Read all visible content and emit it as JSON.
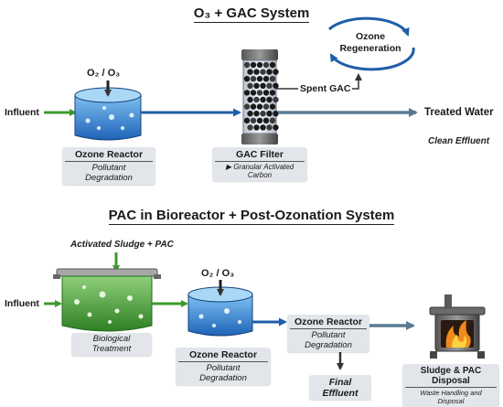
{
  "top_system": {
    "title": "O₃ + GAC System",
    "influent_label": "Influent",
    "gas_label": "O₂ / O₃",
    "ozone_reactor": {
      "name": "Ozone Reactor",
      "subtitle": "Pollutant Degradation"
    },
    "gac_filter": {
      "name": "GAC Filter",
      "subtitle": "Granular Activated Carbon"
    },
    "spent_gac_label": "Spent GAC",
    "regeneration_label": "Ozone Regeneration",
    "treated_water_label": "Treated Water",
    "clean_effluent_label": "Clean Effluent"
  },
  "bottom_system": {
    "title": "PAC in Bioreactor + Post-Ozonation System",
    "feed_label": "Activated Sludge + PAC",
    "influent_label": "Influent",
    "bioreactor_caption": "Biological Treatment",
    "gas_label": "O₂ / O₃",
    "ozone_reactor": {
      "name": "Ozone Reactor",
      "subtitle": "Pollutant Degradation"
    },
    "post_ozone_reactor": {
      "name": "Ozone Reactor",
      "subtitle": "Pollutant Degradation"
    },
    "final_effluent_label": "Final Effluent",
    "disposal": {
      "name": "Sludge & PAC Disposal",
      "subtitle": "Waste Handling and Disposal"
    }
  },
  "colors": {
    "green_arrow": "#3c9a2e",
    "blue_arrow": "#1f5ea8",
    "water_blue": "#2f7fd0",
    "sludge_green": "#4ea33c",
    "gray_arrow": "#5a7a94",
    "fire_orange": "#f08a1c"
  },
  "icons": [
    "down-arrow-icon",
    "recycle-arrows-icon",
    "flame-icon"
  ]
}
